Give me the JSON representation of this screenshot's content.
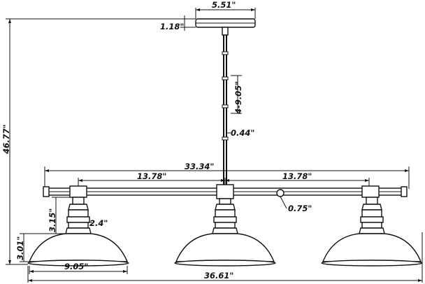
{
  "dimensions": {
    "canopy_width": "5.51\"",
    "canopy_height": "1.18\"",
    "overall_height": "46.77\"",
    "rod_length": "4-9.05\"",
    "rod_diameter": "0.44\"",
    "bar_length": "33.34\"",
    "shade_spacing_left": "13.78\"",
    "shade_spacing_right": "13.78\"",
    "bar_diameter": "0.75\"",
    "socket_height": "3.15\"",
    "socket_width": "2.4\"",
    "shade_height": "3.01\"",
    "shade_width": "9.05\"",
    "overall_width": "36.61\""
  },
  "colors": {
    "line": "#111111",
    "background": "#ffffff"
  }
}
